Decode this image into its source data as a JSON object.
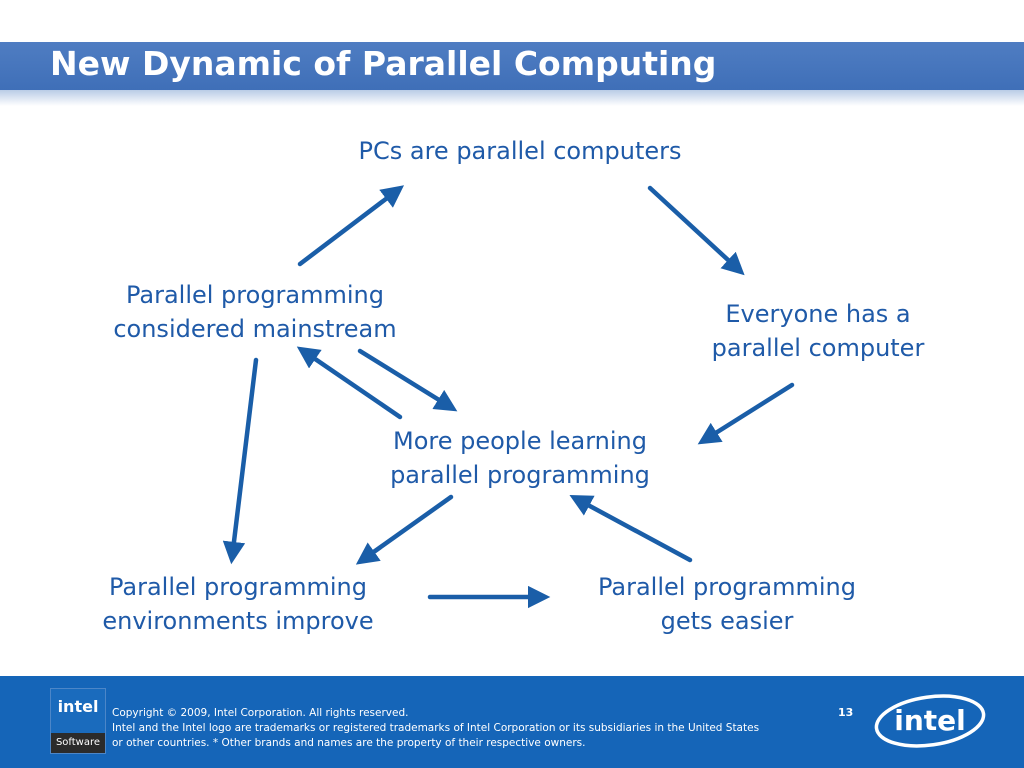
{
  "slide": {
    "title": "New Dynamic of Parallel Computing",
    "nodes": {
      "top": [
        "PCs are parallel computers"
      ],
      "right": [
        "Everyone has a",
        "parallel computer"
      ],
      "left": [
        "Parallel programming",
        "considered mainstream"
      ],
      "center": [
        "More people learning",
        "parallel programming"
      ],
      "bottom_left": [
        "Parallel programming",
        "environments improve"
      ],
      "bottom_right": [
        "Parallel programming",
        "gets easier"
      ]
    }
  },
  "footer": {
    "copyright": "Copyright © 2009, Intel Corporation. All rights reserved.",
    "trademark_line1": "Intel and the Intel logo are trademarks or registered trademarks of Intel Corporation or its subsidiaries in the United States",
    "trademark_line2": "or other countries. * Other brands and names are the property of their respective owners.",
    "page_number": "13",
    "software_logo_brand": "intel",
    "software_logo_label": "Software",
    "logo_brand": "intel"
  },
  "colors": {
    "title_bar": "#4a79c0",
    "node_text": "#1f5aa8",
    "arrow": "#1a5ea8",
    "footer": "#1565b8"
  }
}
